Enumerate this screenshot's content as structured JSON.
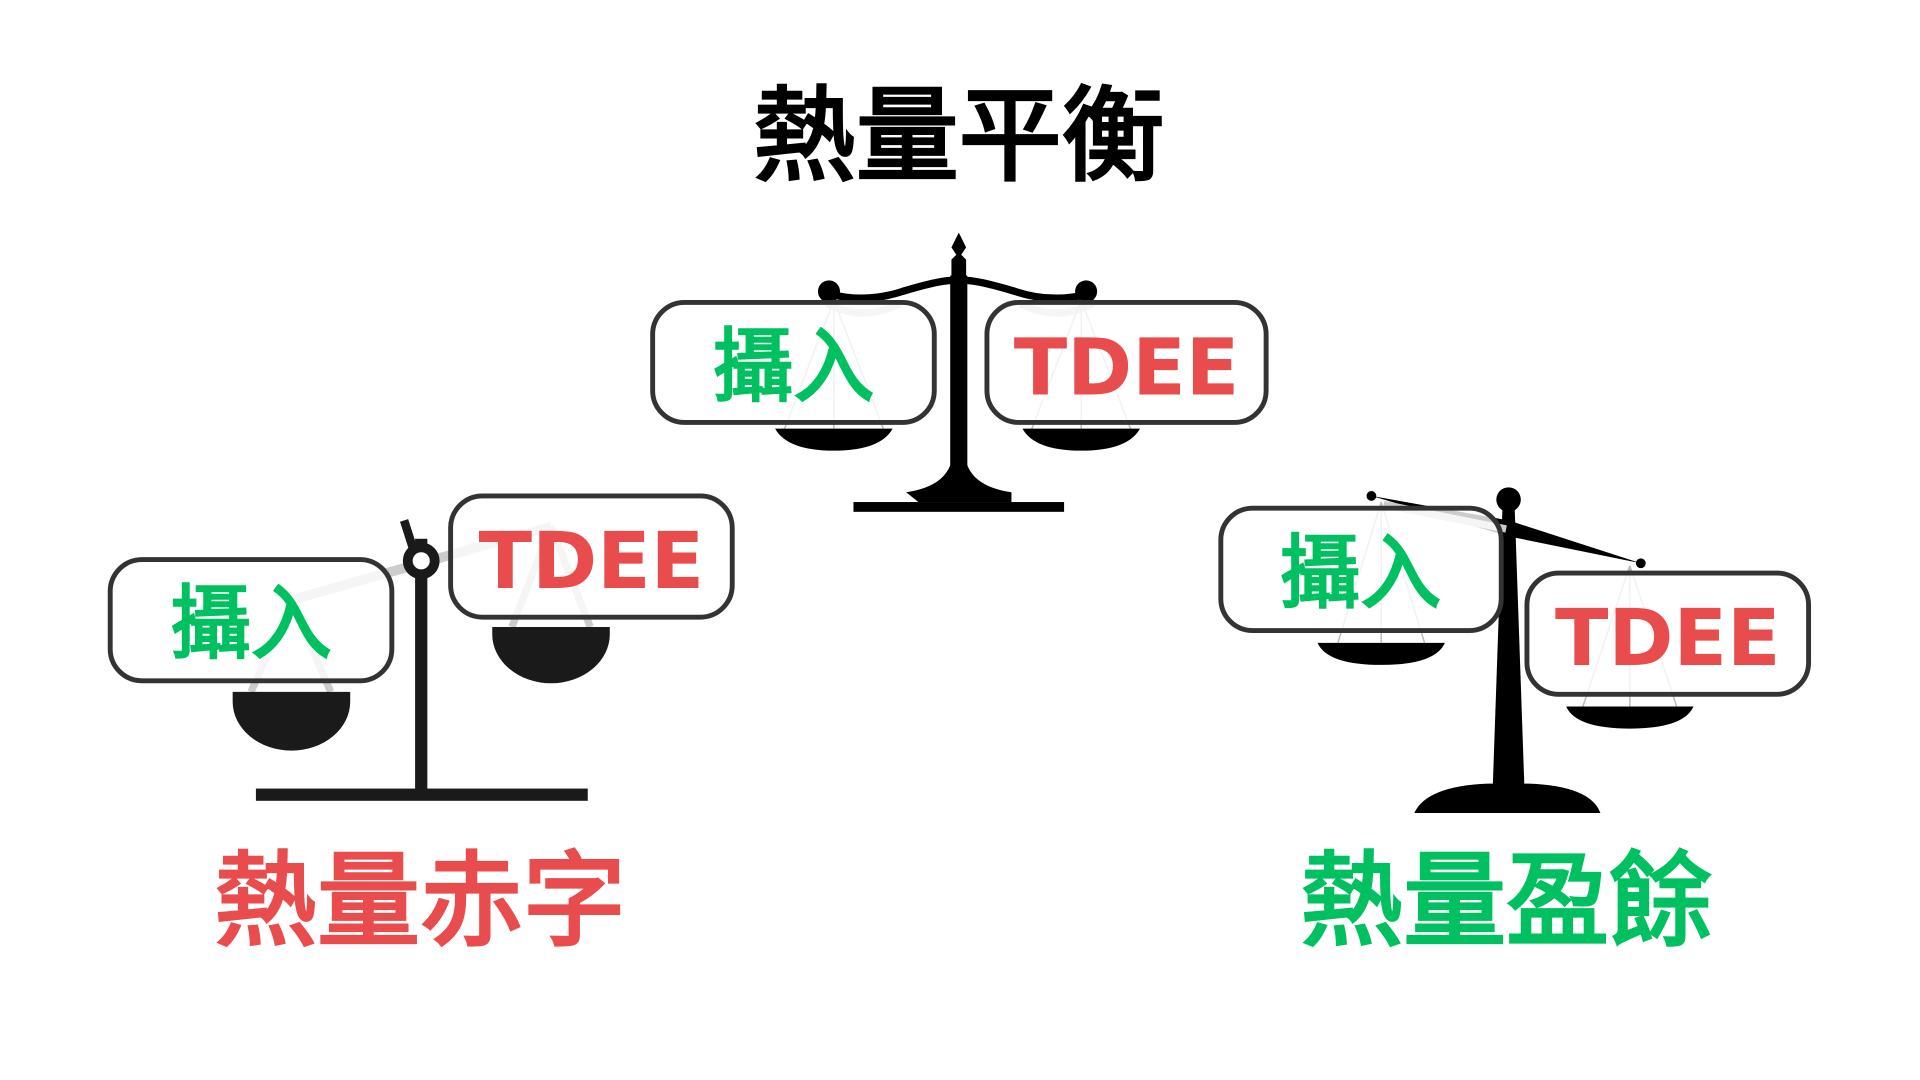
{
  "colors": {
    "green": "#00c060",
    "red": "#e84c4c",
    "black": "#000000"
  },
  "balance": {
    "title": "熱量平衡",
    "intake_label": "攝入",
    "tdee_label": "TDEE"
  },
  "deficit": {
    "title": "熱量赤字",
    "intake_label": "攝入",
    "tdee_label": "TDEE"
  },
  "surplus": {
    "title": "熱量盈餘",
    "intake_label": "攝入",
    "tdee_label": "TDEE"
  }
}
